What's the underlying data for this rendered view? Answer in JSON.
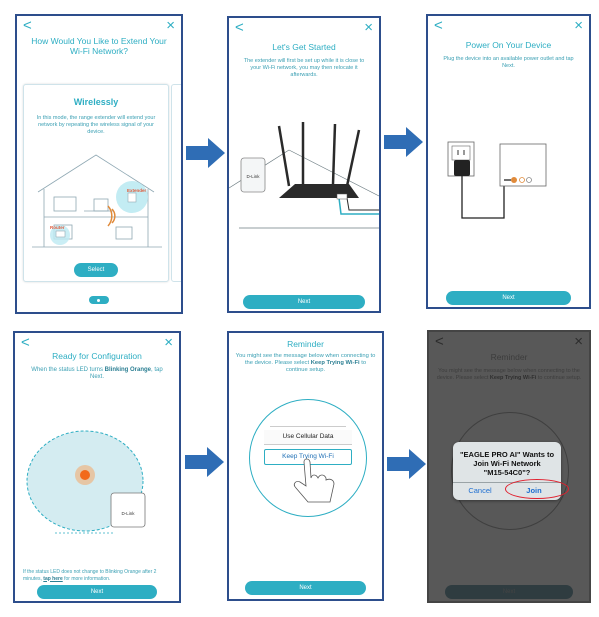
{
  "common": {
    "back_glyph": "<",
    "close_glyph": "×"
  },
  "screen1": {
    "title": "How Would You Like to Extend Your Wi-Fi Network?",
    "card_title": "Wirelessly",
    "card_text": "In this mode, the range extender will extend your network by repeating the wireless signal of your device.",
    "extender_label": "Extender",
    "router_label": "Router",
    "select_label": "Select"
  },
  "screen2": {
    "title": "Let's Get Started",
    "description": "The extender will first be set up while it is close to your Wi-Fi network, you may then relocate it afterwards.",
    "brand_label": "D-Link",
    "next_label": "Next"
  },
  "screen3": {
    "title": "Power On Your Device",
    "description": "Plug the device into an available power outlet and tap Next.",
    "next_label": "Next"
  },
  "screen4": {
    "title": "Ready for Configuration",
    "description_pre": "When the status LED turns ",
    "description_bold": "Blinking Orange",
    "description_post": ", tap Next.",
    "brand_label": "D-Link",
    "footer_pre": "If the status LED does not change to Blinking Orange after 2 minutes, ",
    "footer_link": "tap here",
    "footer_post": " for more information.",
    "next_label": "Next"
  },
  "screen5": {
    "title": "Reminder",
    "description_pre": "You might see the message below when connecting to the device. Please select ",
    "description_bold": "Keep Trying Wi-Fi",
    "description_post": " to continue setup.",
    "option_cellular": "Use Cellular Data",
    "option_keep": "Keep Trying Wi-Fi",
    "next_label": "Next"
  },
  "screen6": {
    "title": "Reminder",
    "description_pre": "You might see the message below when connecting to the device. Please select ",
    "description_bold": "Keep Trying Wi-Fi",
    "description_post": " to continue setup.",
    "alert_line1": "\"EAGLE PRO AI\" Wants to",
    "alert_line2": "Join Wi-Fi Network",
    "alert_line3": "\"M15-54C0\"?",
    "cancel_label": "Cancel",
    "join_label": "Join",
    "next_label": "Next"
  },
  "colors": {
    "accent": "#2eaec3",
    "frame": "#2d4e8c",
    "arrow": "#2f6db5",
    "highlight": "#e0202e"
  }
}
